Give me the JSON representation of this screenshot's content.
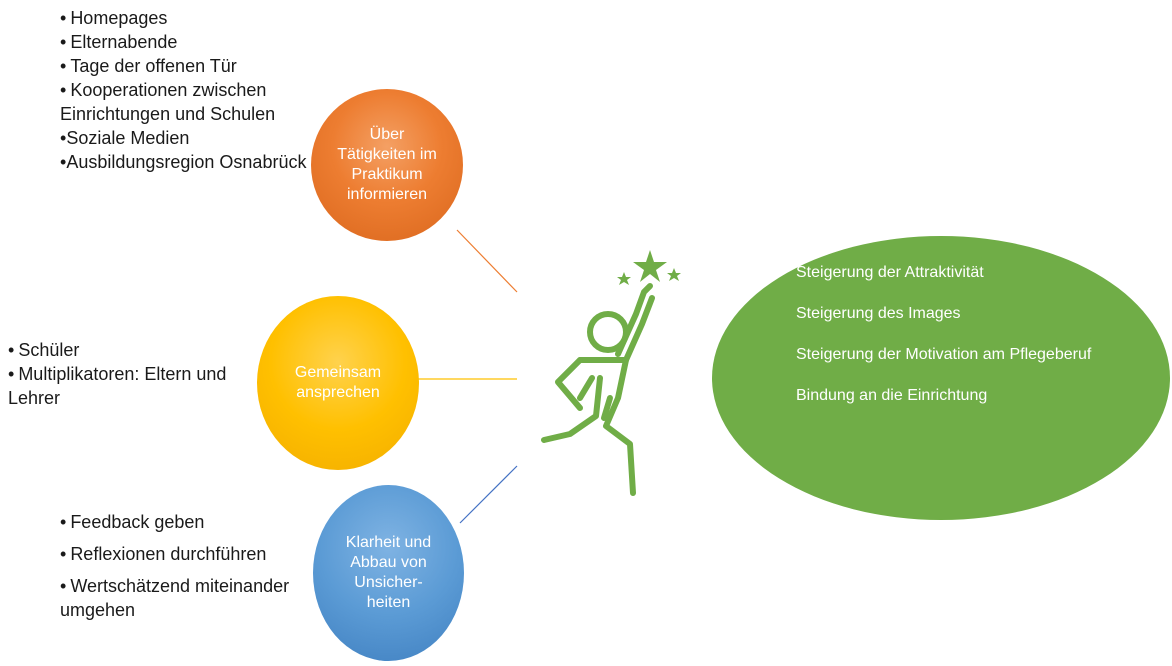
{
  "colors": {
    "orange": "#ED7D31",
    "yellow": "#FFC000",
    "blue": "#5B9BD5",
    "green": "#70AD47",
    "figure": "#70AD47"
  },
  "icon": "celebrating-person-with-stars-icon",
  "left_lists": {
    "top": [
      "Homepages",
      "Elternabende",
      "Tage der offenen Tür",
      "Kooperationen zwischen Einrichtungen und Schulen",
      "Soziale Medien",
      "Ausbildungsregion Osnabrück"
    ],
    "middle": [
      "Schüler",
      "Multiplikatoren: Eltern und Lehrer"
    ],
    "bottom": [
      "Feedback geben",
      "Reflexionen durchführen",
      "Wertschätzend miteinander umgehen"
    ]
  },
  "circles": {
    "top": "Über Tätigkeiten im Praktikum informieren",
    "middle": "Gemeinsam ansprechen",
    "bottom": "Klarheit und Abbau von Unsicher- heiten"
  },
  "outcomes": [
    "Steigerung der Attraktivität",
    "Steigerung des Images",
    "Steigerung der Motivation am Pflegeberuf",
    "Bindung an die Einrichtung"
  ]
}
